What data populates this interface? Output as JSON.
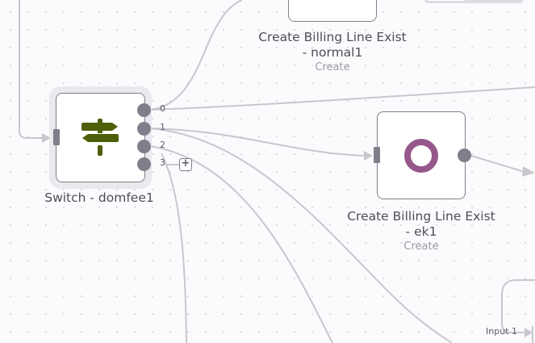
{
  "canvas": {
    "nodes": [
      {
        "id": "switch",
        "title": "Switch - domfee1",
        "subtitle": "",
        "icon": "signpost-icon",
        "icon_color": "#4e5f0a",
        "selected": true,
        "outputs": [
          "0",
          "1",
          "2",
          "3"
        ]
      },
      {
        "id": "normal",
        "title_line1": "Create Billing Line Exist",
        "title_line2": "- normal1",
        "subtitle": "Create"
      },
      {
        "id": "ek",
        "title_line1": "Create Billing Line Exist",
        "title_line2": "- ek1",
        "subtitle": "Create",
        "icon": "ring-icon",
        "icon_color": "#96588a"
      }
    ],
    "add_output_label": "+",
    "input_label": "Input 1"
  },
  "colors": {
    "edge": "#c7c8cf",
    "handle": "#7e7f8a",
    "background": "#fbfbfd"
  }
}
